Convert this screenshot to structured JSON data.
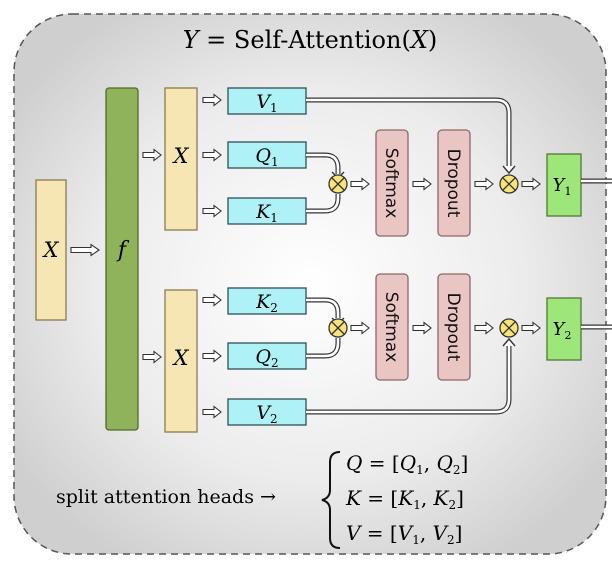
{
  "title": {
    "lhs": "Y",
    "eq": " = ",
    "func": "Self-Attention(",
    "arg": "X",
    "close": ")"
  },
  "nodes": {
    "input_x": "X",
    "f": "f",
    "x_top": "X",
    "x_bottom": "X",
    "v1": {
      "base": "V",
      "sub": "1"
    },
    "q1": {
      "base": "Q",
      "sub": "1"
    },
    "k1": {
      "base": "K",
      "sub": "1"
    },
    "k2": {
      "base": "K",
      "sub": "2"
    },
    "q2": {
      "base": "Q",
      "sub": "2"
    },
    "v2": {
      "base": "V",
      "sub": "2"
    },
    "softmax_top": "Softmax",
    "dropout_top": "Dropout",
    "softmax_bottom": "Softmax",
    "dropout_bottom": "Dropout",
    "y1": {
      "base": "Y",
      "sub": "1"
    },
    "y2": {
      "base": "Y",
      "sub": "2"
    }
  },
  "split": {
    "label": "split attention heads →",
    "q_eq": {
      "lhs": "Q",
      "mid": " = [",
      "a": "Q",
      "a_sub": "1",
      "sep": ", ",
      "b": "Q",
      "b_sub": "2",
      "end": "]"
    },
    "k_eq": {
      "lhs": "K",
      "mid": " = [",
      "a": "K",
      "a_sub": "1",
      "sep": ", ",
      "b": "K",
      "b_sub": "2",
      "end": "]"
    },
    "v_eq": {
      "lhs": "V",
      "mid": " = [",
      "a": "V",
      "a_sub": "1",
      "sep": ", ",
      "b": "V",
      "b_sub": "2",
      "end": "]"
    }
  },
  "colors": {
    "x_fill": "#f5e6b3",
    "x_stroke": "#8a7a52",
    "f_fill": "#8fb35a",
    "f_stroke": "#4f6a2c",
    "qkv_fill": "#aef2f7",
    "qkv_stroke": "#2f4f56",
    "op_fill": "#e9c6c4",
    "op_stroke": "#8c6a68",
    "y_fill": "#9fe67a",
    "y_stroke": "#4c7a33",
    "mul_fill": "#f8e47a",
    "panel_border": "#555555"
  },
  "icons": [
    "multiply-circle-icon",
    "hollow-arrow-icon"
  ]
}
